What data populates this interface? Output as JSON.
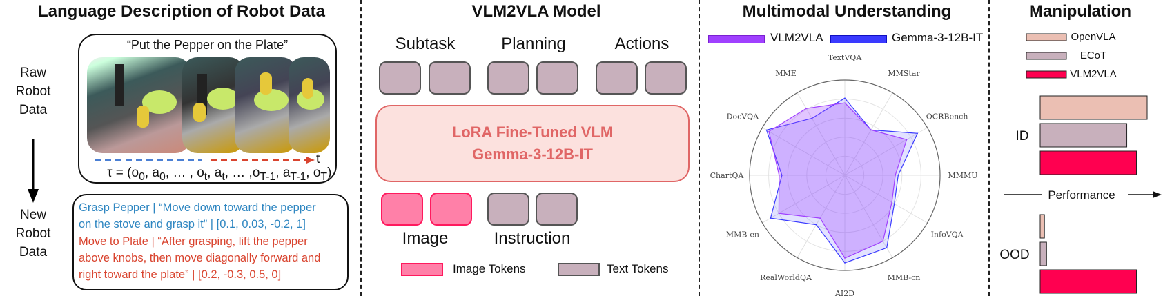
{
  "left": {
    "title": "Language Description of Robot Data",
    "raw_label": [
      "Raw",
      "Robot",
      "Data"
    ],
    "new_label": [
      "New",
      "Robot",
      "Data"
    ],
    "instruction": "“Put the Pepper on the Plate”",
    "time_label": "t",
    "trajectory": "τ = (o₀, a₀, … , oₜ, aₜ, … ,oₜ₋₁, aₜ₋₁, oₜ)",
    "trajectory_parts": {
      "prefix": "τ = (o",
      "s0": "0",
      ", a": ", a",
      "s1": "0",
      "mid": ", … , o",
      "st": "t",
      "mid2": ", a",
      "st2": "t",
      "mid3": ", … ,o",
      "sT1": "T-1",
      "mid4": ", a",
      "sT2": "T-1",
      "mid5": ", o",
      "sT": "T",
      "end": ")"
    },
    "blue_color": "#2e86c1",
    "red_color": "#d9442f",
    "blue_lines": [
      "Grasp Pepper | “Move down toward the pepper",
      "on the stove and grasp it” | [0.1, 0.03, -0.2, 1]"
    ],
    "red_lines": [
      "Move to Plate | “After grasping, lift the pepper",
      "above knobs, then move diagonally forward and",
      "right toward the plate” | [0.2, -0.3, 0.5, 0]"
    ]
  },
  "middle": {
    "title": "VLM2VLA Model",
    "output_groups": [
      "Subtask",
      "Planning",
      "Actions"
    ],
    "model_line1": "LoRA Fine-Tuned VLM",
    "model_line2": "Gemma-3-12B-IT",
    "input_groups": [
      "Image",
      "Instruction"
    ],
    "legend": {
      "image": "Image Tokens",
      "text": "Text Tokens"
    },
    "colors": {
      "image_token": "#ff80a8",
      "text_token": "#c8b0bc",
      "model_fill": "#fce1de",
      "model_text": "#e06666"
    }
  },
  "radar": {
    "title": "Multimodal Understanding",
    "chart_data": {
      "type": "radar",
      "axes": [
        "TextVQA",
        "MMStar",
        "OCRBench",
        "MMMU",
        "InfoVQA",
        "MMB-cn",
        "AI2D",
        "RealWorldQA",
        "MMB-en",
        "ChartQA",
        "DocVQA",
        "MME"
      ],
      "rlim": [
        0,
        1
      ],
      "series": [
        {
          "name": "VLM2VLA",
          "color": "#a040ff",
          "values": [
            0.76,
            0.55,
            0.75,
            0.53,
            0.57,
            0.8,
            0.87,
            0.52,
            0.8,
            0.69,
            0.92,
            0.81
          ]
        },
        {
          "name": "Gemma-3-12B-IT",
          "color": "#3a3aff",
          "values": [
            0.81,
            0.55,
            0.88,
            0.56,
            0.6,
            0.88,
            0.92,
            0.6,
            0.9,
            0.66,
            0.95,
            0.69
          ]
        }
      ],
      "legend": "top"
    }
  },
  "manip": {
    "title": "Manipulation",
    "axis_label": "Performance",
    "chart_data": {
      "type": "bar",
      "orientation": "horizontal",
      "categories": [
        "ID",
        "OOD"
      ],
      "series": [
        {
          "name": "OpenVLA",
          "color": "#ebbfb3",
          "values": [
            1.0,
            0.04
          ]
        },
        {
          "name": "ECoT",
          "color": "#c8b0bc",
          "values": [
            0.81,
            0.06
          ]
        },
        {
          "name": "VLM2VLA",
          "color": "#ff0050",
          "values": [
            0.9,
            0.9
          ]
        }
      ],
      "xlabel": "Performance",
      "legend": "top"
    }
  }
}
